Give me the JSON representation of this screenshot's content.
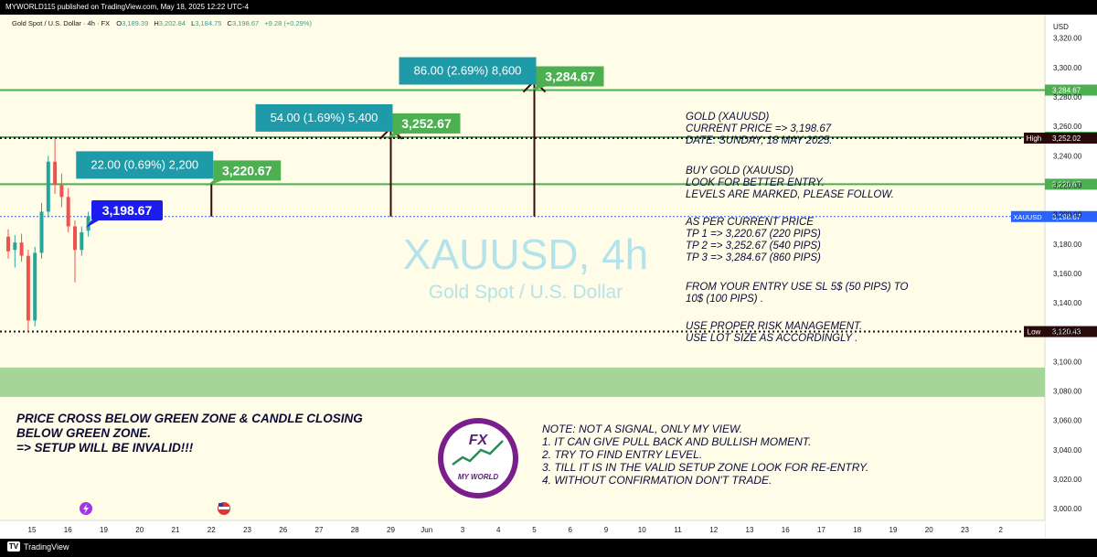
{
  "publisher_line": "MYWORLD115 published on TradingView.com, May 18, 2025 12:22 UTC-4",
  "footer_brand": "TradingView",
  "symbol_header": {
    "name": "Gold Spot / U.S. Dollar · 4h · FX",
    "o_label": "O",
    "o": "3,189.39",
    "h_label": "H",
    "h": "3,202.84",
    "l_label": "L",
    "l": "3,184.75",
    "c_label": "C",
    "c": "3,198.67",
    "change": "+9.28 (+0.29%)"
  },
  "watermark": {
    "line1": "XAUUSD, 4h",
    "line2": "Gold Spot / U.S. Dollar"
  },
  "colors": {
    "up": "#26a69a",
    "down": "#ef5350",
    "green_line": "#4caf50",
    "teal_label": "#1f9aa8",
    "blue_label": "#1c1cf0",
    "zone": "#a6d59a",
    "background": "#fffde8",
    "watermark": "#b4e3ec",
    "arrow": "#3a0a0a",
    "price_dot": "#2962ff"
  },
  "chart_data": {
    "type": "candlestick",
    "currency_label": "USD",
    "y_ticks": [
      "3,320.00",
      "3,300.00",
      "3,280.00",
      "3,260.00",
      "3,240.00",
      "3,220.00",
      "3,200.00",
      "3,180.00",
      "3,160.00",
      "3,140.00",
      "3,120.00",
      "3,100.00",
      "3,080.00",
      "3,060.00",
      "3,040.00",
      "3,020.00",
      "3,000.00"
    ],
    "ylim": [
      2992,
      3336
    ],
    "x_ticks": [
      {
        "label": "15",
        "d": 0
      },
      {
        "label": "16",
        "d": 1
      },
      {
        "label": "19",
        "d": 2
      },
      {
        "label": "20",
        "d": 3
      },
      {
        "label": "21",
        "d": 4
      },
      {
        "label": "22",
        "d": 5
      },
      {
        "label": "23",
        "d": 6
      },
      {
        "label": "26",
        "d": 7
      },
      {
        "label": "27",
        "d": 8
      },
      {
        "label": "28",
        "d": 9
      },
      {
        "label": "29",
        "d": 10
      },
      {
        "label": "Jun",
        "d": 11
      },
      {
        "label": "3",
        "d": 12
      },
      {
        "label": "4",
        "d": 13
      },
      {
        "label": "5",
        "d": 14
      },
      {
        "label": "6",
        "d": 15
      },
      {
        "label": "9",
        "d": 16
      },
      {
        "label": "10",
        "d": 17
      },
      {
        "label": "11",
        "d": 18
      },
      {
        "label": "12",
        "d": 19
      },
      {
        "label": "13",
        "d": 20
      },
      {
        "label": "16",
        "d": 21
      },
      {
        "label": "17",
        "d": 22
      },
      {
        "label": "18",
        "d": 23
      },
      {
        "label": "19",
        "d": 24
      },
      {
        "label": "20",
        "d": 25
      },
      {
        "label": "23",
        "d": 26
      },
      {
        "label": "2",
        "d": 27
      }
    ],
    "candles": [
      {
        "o": 3185,
        "h": 3190,
        "l": 3170,
        "c": 3175
      },
      {
        "o": 3176,
        "h": 3186,
        "l": 3164,
        "c": 3181
      },
      {
        "o": 3181,
        "h": 3187,
        "l": 3168,
        "c": 3172
      },
      {
        "o": 3172,
        "h": 3176,
        "l": 3120,
        "c": 3128
      },
      {
        "o": 3128,
        "h": 3178,
        "l": 3124,
        "c": 3174
      },
      {
        "o": 3174,
        "h": 3208,
        "l": 3170,
        "c": 3202
      },
      {
        "o": 3202,
        "h": 3240,
        "l": 3198,
        "c": 3236
      },
      {
        "o": 3236,
        "h": 3252,
        "l": 3214,
        "c": 3220
      },
      {
        "o": 3220,
        "h": 3228,
        "l": 3205,
        "c": 3212
      },
      {
        "o": 3212,
        "h": 3218,
        "l": 3188,
        "c": 3192
      },
      {
        "o": 3192,
        "h": 3196,
        "l": 3154,
        "c": 3176
      },
      {
        "o": 3176,
        "h": 3192,
        "l": 3172,
        "c": 3188
      },
      {
        "o": 3189,
        "h": 3202,
        "l": 3185,
        "c": 3199
      }
    ],
    "levels": [
      {
        "value": 3284.67,
        "label": "3,284.67",
        "style": "solid"
      },
      {
        "value": 3252.67,
        "label": "3,252.67",
        "style": "solid"
      },
      {
        "value": 3220.67,
        "label": "3,220.67",
        "style": "solid"
      },
      {
        "value": 3198.67,
        "label": "3,198.67",
        "style": "dotted"
      },
      {
        "value": 3252.02,
        "label": "3,252.02",
        "style": "dashed",
        "tag": "High"
      },
      {
        "value": 3120.43,
        "label": "3,120.43",
        "style": "dashed",
        "tag": "Low"
      }
    ],
    "current_price_tag": "XAUUSD",
    "current_price": "3,198.67",
    "zone": [
      3076,
      3096
    ],
    "targets": [
      {
        "measure": "22.00 (0.69%) 2,200",
        "price": "3,220.67",
        "value": 3220.67,
        "d": 5
      },
      {
        "measure": "54.00 (1.69%) 5,400",
        "price": "3,252.67",
        "value": 3252.67,
        "d": 10
      },
      {
        "measure": "86.00 (2.69%) 8,600",
        "price": "3,284.67",
        "value": 3284.67,
        "d": 14
      }
    ],
    "price_callout": "3,198.67"
  },
  "notes": {
    "block1": [
      "GOLD (XAUUSD)",
      "CURRENT PRICE => 3,198.67",
      "DATE: SUNDAY, 18 MAY 2025."
    ],
    "block2": [
      "BUY GOLD (XAUUSD)",
      "LOOK FOR BETTER ENTRY.",
      "LEVELS ARE MARKED, PLEASE FOLLOW."
    ],
    "block3": [
      "AS PER CURRENT PRICE",
      "TP 1 => 3,220.67 (220 PIPS)",
      "TP 2 => 3,252.67 (540 PIPS)",
      "TP 3 => 3,284.67  (860 PIPS)"
    ],
    "block4": [
      "FROM YOUR ENTRY USE SL  5$ (50 PIPS) TO",
      "10$ (100 PIPS) ."
    ],
    "block5": [
      "USE PROPER RISK MANAGEMENT.",
      "USE LOT SIZE AS ACCORDINGLY ."
    ],
    "invalid": [
      "PRICE CROSS BELOW GREEN ZONE & CANDLE CLOSING",
      "BELOW GREEN ZONE.",
      "",
      "=> SETUP WILL BE INVALID!!!"
    ],
    "note": [
      "NOTE: NOT A SIGNAL, ONLY MY VIEW.",
      "1. IT CAN GIVE PULL BACK AND BULLISH MOMENT.",
      "2. TRY TO FIND ENTRY LEVEL.",
      "3. TILL IT IS IN THE VALID SETUP ZONE LOOK FOR RE-ENTRY.",
      "4. WITHOUT CONFIRMATION DON'T TRADE."
    ]
  },
  "logo": {
    "top": "FX",
    "bottom": "MY WORLD"
  }
}
